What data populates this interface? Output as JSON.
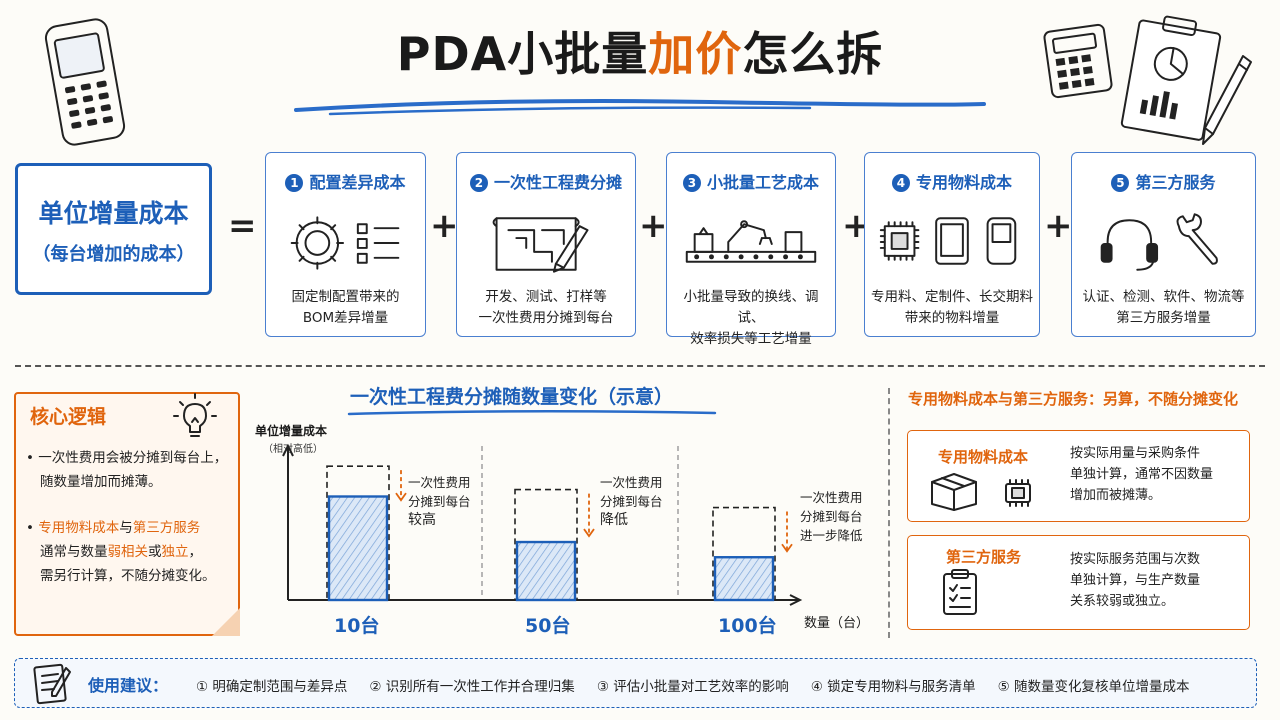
{
  "title": {
    "prefix": "PDA小批量",
    "highlight": "加价",
    "suffix": "怎么拆"
  },
  "unit_cost": {
    "title": "单位增量成本",
    "subtitle": "（每台增加的成本）"
  },
  "operators": {
    "equals": "=",
    "plus": "+"
  },
  "components": [
    {
      "num": "1",
      "title": "配置差异成本",
      "desc": [
        "固定制配置带来的",
        "BOM差异增量"
      ]
    },
    {
      "num": "2",
      "title": "一次性工程费分摊",
      "desc": [
        "开发、测试、打样等",
        "一次性费用分摊到每台"
      ]
    },
    {
      "num": "3",
      "title": "小批量工艺成本",
      "desc": [
        "小批量导致的换线、调试、",
        "效率损失等工艺增量"
      ]
    },
    {
      "num": "4",
      "title": "专用物料成本",
      "desc": [
        "专用料、定制件、长交期料",
        "带来的物料增量"
      ]
    },
    {
      "num": "5",
      "title": "第三方服务",
      "desc": [
        "认证、检测、软件、物流等",
        "第三方服务增量"
      ]
    }
  ],
  "core_logic": {
    "title": "核心逻辑",
    "point1": [
      "一次性费用会被分摊到每台上，",
      "随数量增加而摊薄。"
    ],
    "point2_line1_parts": [
      "专用物料成本",
      "与",
      "第三方服务"
    ],
    "point2_line2_parts": [
      "通常与数量",
      "弱相关",
      "或",
      "独立",
      "，"
    ],
    "point2_line3": "需另行计算，不随分摊变化。"
  },
  "chart_data": {
    "type": "bar",
    "title": "一次性工程费分摊随数量变化（示意）",
    "ylabel": "单位增量成本",
    "ylabel_sub": "（相对高低）",
    "xlabel": "数量（台）",
    "categories": [
      "10台",
      "50台",
      "100台"
    ],
    "values": [
      0.75,
      0.42,
      0.31
    ],
    "reference_values": [
      0.97,
      0.8,
      0.67
    ],
    "ylim": [
      0,
      1
    ],
    "annotations": [
      [
        "一次性费用",
        "分摊到每台",
        "较高"
      ],
      [
        "一次性费用",
        "分摊到每台",
        "降低"
      ],
      [
        "一次性费用",
        "分摊到每台",
        "进一步降低"
      ]
    ],
    "bar_color": "#1d5fb8"
  },
  "right_panel": {
    "title": "专用物料成本与第三方服务：另算，不随分摊变化",
    "boxes": [
      {
        "title": "专用物料成本",
        "text": [
          "按实际用量与采购条件",
          "单独计算，通常不因数量",
          "增加而被摊薄。"
        ]
      },
      {
        "title": "第三方服务",
        "text": [
          "按实际服务范围与次数",
          "单独计算，与生产数量",
          "关系较弱或独立。"
        ]
      }
    ]
  },
  "suggestions": {
    "label": "使用建议：",
    "items": [
      "① 明确定制范围与差异点",
      "② 识别所有一次性工作并合理归集",
      "③ 评估小批量对工艺效率的影响",
      "④ 锁定专用物料与服务清单",
      "⑤ 随数量变化复核单位增量成本"
    ]
  },
  "colors": {
    "accent_blue": "#1d5fb8",
    "accent_orange": "#e0650e"
  },
  "icons": [
    "phone-icon",
    "calculator-icon",
    "clipboard-chart-icon",
    "pen-icon",
    "gear-icon",
    "checklist-icon",
    "blueprint-icon",
    "pencil-icon",
    "robot-arm-icon",
    "conveyor-icon",
    "chip-icon",
    "tablet-icon",
    "pda-icon",
    "headset-icon",
    "wrench-icon",
    "lightbulb-icon",
    "box-icon",
    "checklist-clipboard-icon",
    "notepad-icon"
  ]
}
